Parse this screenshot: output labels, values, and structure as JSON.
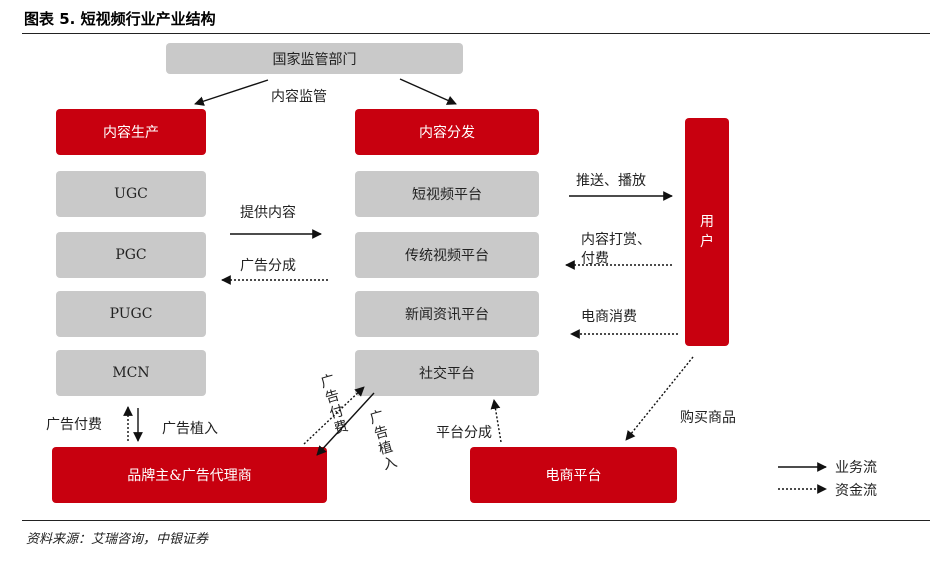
{
  "figure_title": "图表 5. 短视频行业产业结构",
  "regulator": "国家监管部门",
  "content_regulation": "内容监管",
  "producers": {
    "header": "内容生产",
    "items": [
      "UGC",
      "PGC",
      "PUGC",
      "MCN"
    ]
  },
  "distribution": {
    "header": "内容分发",
    "items": [
      "短视频平台",
      "传统视频平台",
      "新闻资讯平台",
      "社交平台"
    ]
  },
  "user": [
    "用",
    "户"
  ],
  "brand": "品牌主&广告代理商",
  "ecommerce": "电商平台",
  "flows": {
    "provide_content": "提供内容",
    "ad_share": "广告分成",
    "push_play": "推送、播放",
    "tips_pay_line1": "内容打赏、",
    "tips_pay_line2": "付费",
    "ecommerce_spend": "电商消费",
    "buy_goods": "购买商品",
    "ad_pay": "广告付费",
    "ad_placement": "广告植入",
    "platform_share": "平台分成",
    "ad_pay_vertical": [
      "广",
      "告",
      "付",
      "费"
    ],
    "ad_placement_vertical": [
      "广",
      "告",
      "植",
      "入"
    ]
  },
  "legend": {
    "business_flow": "业务流",
    "money_flow": "资金流"
  },
  "source": "资料来源：艾瑞咨询，中银证券",
  "colors": {
    "red": "#c8000f",
    "gray": "#c9c9c9"
  }
}
